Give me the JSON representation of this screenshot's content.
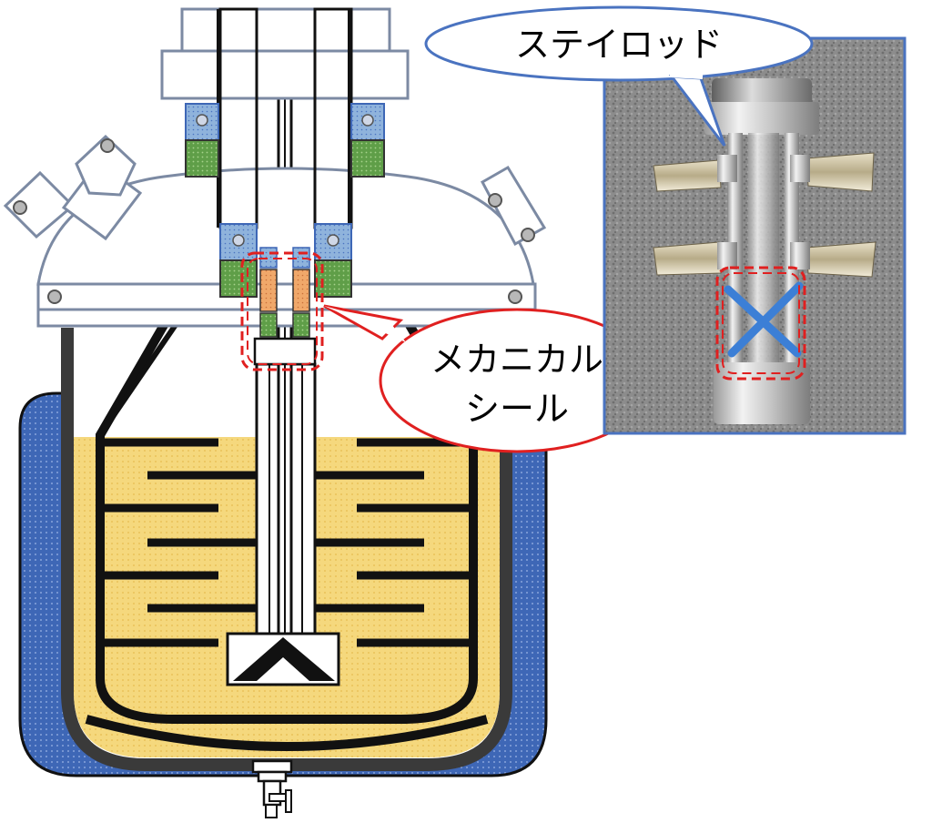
{
  "labels": {
    "stay_rod": "ステイロッド",
    "mechanical_seal_line1": "メカニカル",
    "mechanical_seal_line2": "シール"
  },
  "colors": {
    "jacket_blue": "#3e67b6",
    "liquid_yellow": "#f5d87d",
    "outline_black": "#111111",
    "lid_gray": "#7c8aa3",
    "bearing_blue": "#8fb3dc",
    "seal_green": "#6aa84f",
    "seal_orange": "#f0a86a",
    "callout_blue": "#4a73c0",
    "callout_red": "#e02020",
    "cross_blue": "#3c7fd6"
  }
}
